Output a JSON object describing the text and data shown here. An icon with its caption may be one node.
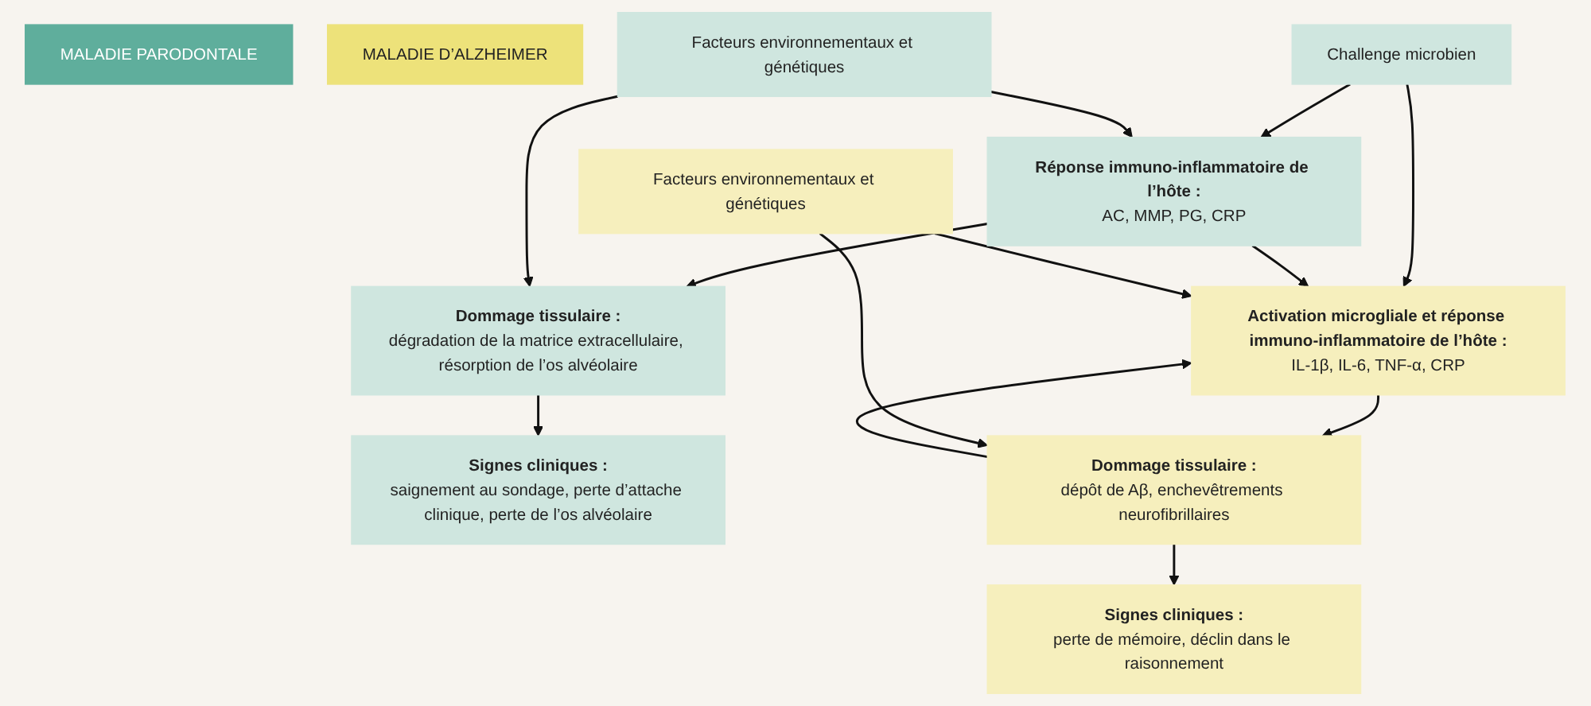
{
  "diagram": {
    "nodes": [
      {
        "text": [
          "MALADIE PARODONTALE"
        ]
      },
      {
        "text": [
          "MALADIE D’ALZHEIMER"
        ]
      },
      {
        "text": [
          "Facteurs environnementaux et génétiques"
        ]
      },
      {
        "text": [
          "Challenge microbien"
        ]
      },
      {
        "text": [
          "Réponse immuno-inflammatoire de l’hôte :",
          "AC, MMP, PG, CRP"
        ]
      },
      {
        "text": [
          "Dommage tissulaire :",
          "dégradation de la matrice extracellulaire, résorption de l’os alvéolaire"
        ]
      },
      {
        "text": [
          "Signes cliniques :",
          "saignement au sondage, perte d’attache clinique, perte de l’os alvéolaire"
        ]
      },
      {
        "text": [
          "Activation microgliale et réponse immuno-inflammatoire de l’hôte :",
          "IL-1β, IL-6, TNF-α, CRP"
        ]
      },
      {
        "text": [
          "Dommage tissulaire :",
          "dépôt de Aβ, enchevêtrements neurofibrillaires"
        ]
      },
      {
        "text": [
          "Signes cliniques :",
          "perte de mémoire, déclin dans le raisonnement"
        ]
      },
      {
        "text": [
          "Facteurs environnementaux et génétiques"
        ]
      }
    ],
    "edges": [
      {
        "from": 3,
        "to": 4,
        "arrow": "to"
      },
      {
        "from": 4,
        "to": 5,
        "arrow": "to"
      },
      {
        "from": 5,
        "to": 6,
        "arrow": "to"
      },
      {
        "from": 2,
        "to": 4,
        "arrow": "to"
      },
      {
        "from": 2,
        "to": 5,
        "arrow": "to"
      },
      {
        "from": 3,
        "to": 7,
        "arrow": "to"
      },
      {
        "from": 4,
        "to": 7,
        "arrow": "to"
      },
      {
        "from": 7,
        "to": 8,
        "arrow": "to"
      },
      {
        "from": 8,
        "to": 7,
        "arrow": "to"
      },
      {
        "from": 8,
        "to": 9,
        "arrow": "to"
      },
      {
        "from": 10,
        "to": 7,
        "arrow": "to"
      },
      {
        "from": 10,
        "to": 8,
        "arrow": "to"
      }
    ]
  }
}
